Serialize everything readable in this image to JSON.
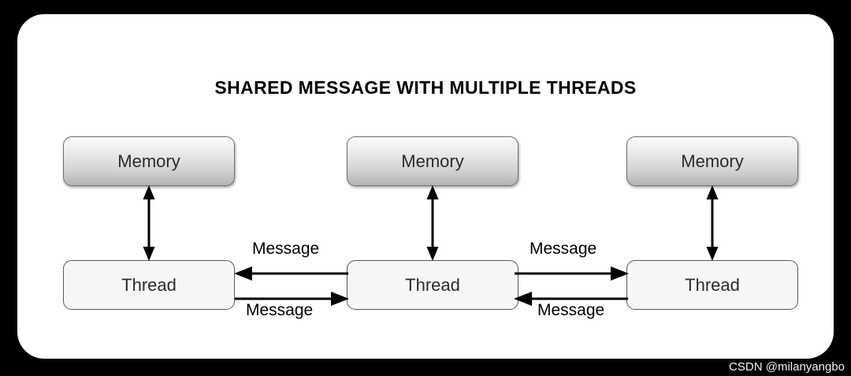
{
  "diagram": {
    "title": "SHARED MESSAGE WITH MULTIPLE THREADS",
    "type": "block-diagram",
    "background_color": "#000000",
    "panel_color": "#ffffff",
    "columns": [
      {
        "id": "column-left",
        "memory_label": "Memory",
        "thread_label": "Thread"
      },
      {
        "id": "column-center",
        "memory_label": "Memory",
        "thread_label": "Thread"
      },
      {
        "id": "column-right",
        "memory_label": "Memory",
        "thread_label": "Thread"
      }
    ],
    "vertical_links": [
      {
        "id": "mem-thread-left",
        "from": "Memory",
        "to": "Thread",
        "direction": "both"
      },
      {
        "id": "mem-thread-center",
        "from": "Memory",
        "to": "Thread",
        "direction": "both"
      },
      {
        "id": "mem-thread-right",
        "from": "Memory",
        "to": "Thread",
        "direction": "both"
      }
    ],
    "message_links": [
      {
        "id": "msg-center-to-left",
        "label": "Message",
        "direction": "left",
        "position": "upper-left"
      },
      {
        "id": "msg-left-to-center",
        "label": "Message",
        "direction": "right",
        "position": "lower-left"
      },
      {
        "id": "msg-center-to-right",
        "label": "Message",
        "direction": "right",
        "position": "upper-right"
      },
      {
        "id": "msg-right-to-center",
        "label": "Message",
        "direction": "left",
        "position": "lower-right"
      }
    ],
    "colors": {
      "memory_gradient_top": "#fbfbfb",
      "memory_gradient_bottom": "#b4b4b4",
      "thread_fill": "#f6f6f6",
      "border": "#585858",
      "arrow": "#000000",
      "text": "#2b2b2b"
    }
  },
  "watermark": {
    "text": "CSDN @milanyangbo"
  }
}
